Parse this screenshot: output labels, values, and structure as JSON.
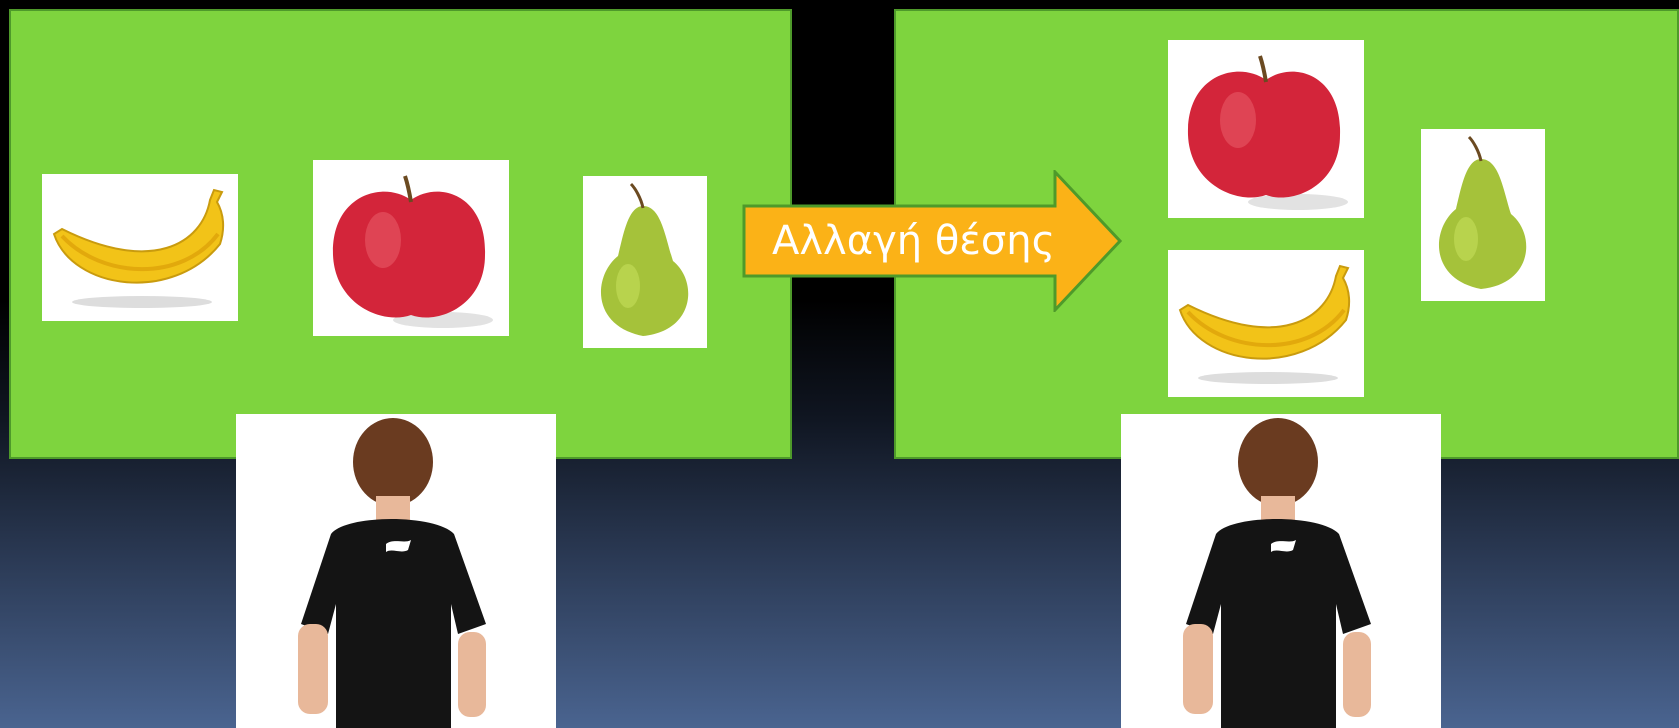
{
  "slide": {
    "title_fragment": "",
    "arrow_label": "Αλλαγή θέσης",
    "colors": {
      "panel_green": "#7ed43e",
      "arrow_orange": "#fbb217",
      "background_top": "#000000",
      "background_bottom": "#4a6490"
    }
  },
  "scenes": {
    "before": {
      "items": [
        "banana-icon",
        "apple-icon",
        "pear-icon"
      ],
      "observer": "boy-back-view"
    },
    "after": {
      "items": [
        "apple-icon",
        "pear-icon",
        "banana-icon"
      ],
      "observer": "boy-back-view"
    }
  }
}
